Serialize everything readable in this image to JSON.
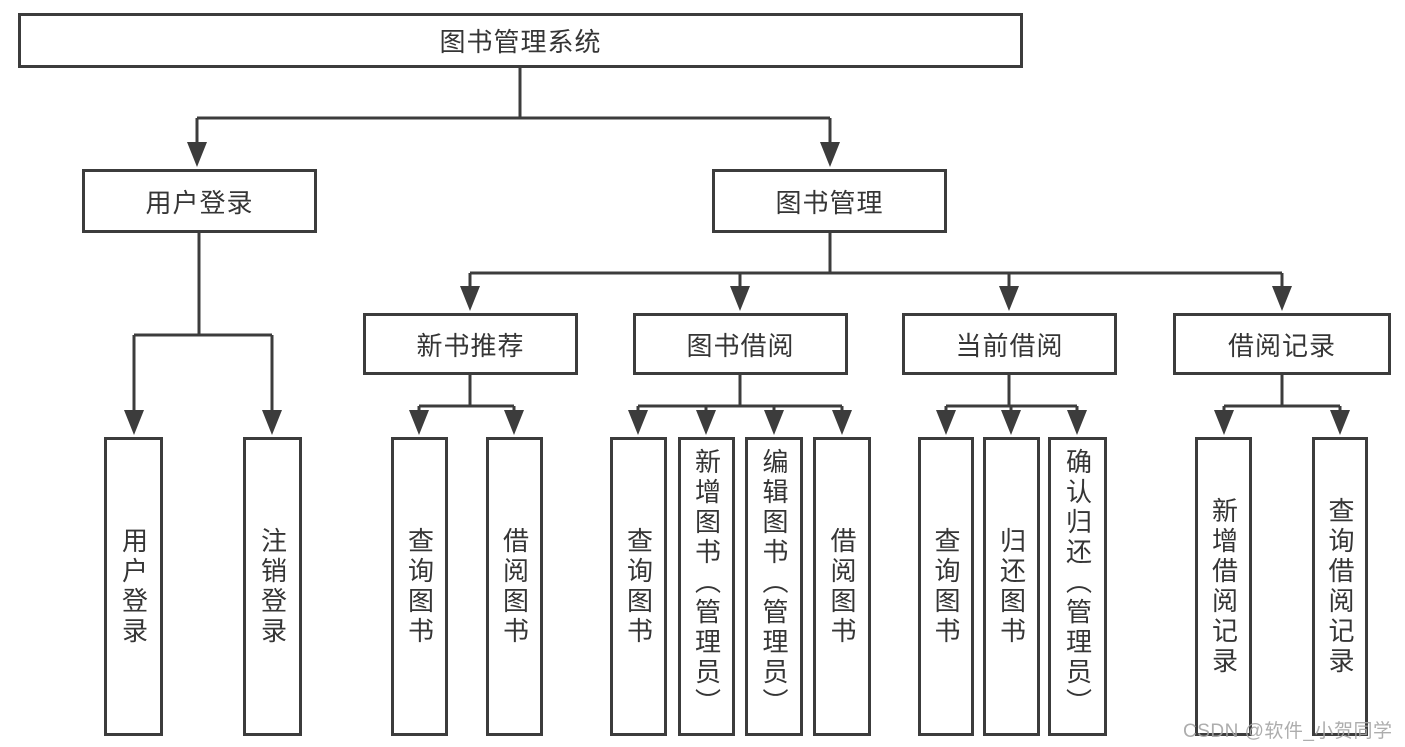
{
  "tree": {
    "label": "图书管理系统",
    "children": [
      {
        "label": "用户登录",
        "children": [
          {
            "label": "用户登录"
          },
          {
            "label": "注销登录"
          }
        ]
      },
      {
        "label": "图书管理",
        "children": [
          {
            "label": "新书推荐",
            "children": [
              {
                "label": "查询图书"
              },
              {
                "label": "借阅图书"
              }
            ]
          },
          {
            "label": "图书借阅",
            "children": [
              {
                "label": "查询图书"
              },
              {
                "label": "新增图书（管理员）"
              },
              {
                "label": "编辑图书（管理员）"
              },
              {
                "label": "借阅图书"
              }
            ]
          },
          {
            "label": "当前借阅",
            "children": [
              {
                "label": "查询图书"
              },
              {
                "label": "归还图书"
              },
              {
                "label": "确认归还（管理员）"
              }
            ]
          },
          {
            "label": "借阅记录",
            "children": [
              {
                "label": "新增借阅记录"
              },
              {
                "label": "查询借阅记录"
              }
            ]
          }
        ]
      }
    ]
  },
  "watermark": "CSDN @软件_小贺同学",
  "colors": {
    "line": "#3c3c3c",
    "text": "#353535",
    "watermark": "#a4a4a4",
    "background": "#ffffff"
  }
}
